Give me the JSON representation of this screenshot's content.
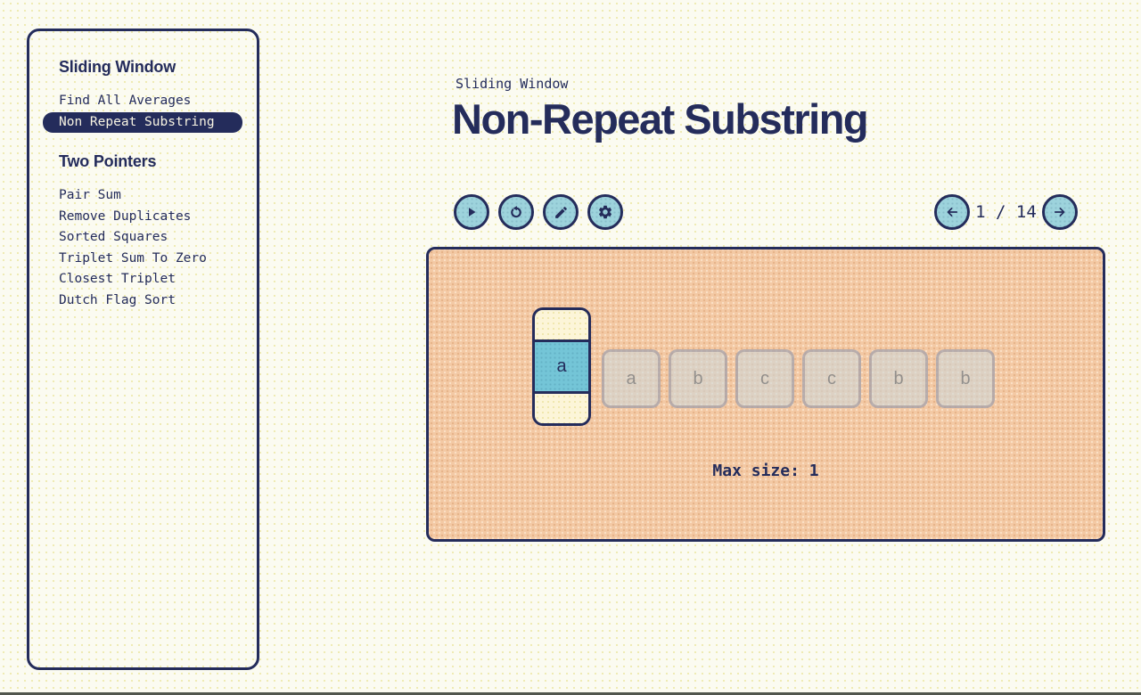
{
  "sidebar": {
    "sections": [
      {
        "title": "Sliding Window",
        "items": [
          {
            "label": "Find All Averages",
            "selected": false
          },
          {
            "label": "Non Repeat Substring",
            "selected": true
          }
        ]
      },
      {
        "title": "Two Pointers",
        "items": [
          {
            "label": "Pair Sum",
            "selected": false
          },
          {
            "label": "Remove Duplicates",
            "selected": false
          },
          {
            "label": "Sorted Squares",
            "selected": false
          },
          {
            "label": "Triplet Sum To Zero",
            "selected": false
          },
          {
            "label": "Closest Triplet",
            "selected": false
          },
          {
            "label": "Dutch Flag Sort",
            "selected": false
          }
        ]
      }
    ]
  },
  "main": {
    "category_label": "Sliding Window",
    "title": "Non-Repeat Substring",
    "controls": [
      {
        "name": "play-button",
        "icon": "play-icon"
      },
      {
        "name": "reset-button",
        "icon": "rotate-ccw-icon"
      },
      {
        "name": "edit-button",
        "icon": "pencil-icon"
      },
      {
        "name": "settings-button",
        "icon": "gear-icon"
      }
    ],
    "pagination": {
      "current": "1",
      "total": "14",
      "label": "1 / 14",
      "prev_icon": "arrow-left-icon",
      "next_icon": "arrow-right-icon"
    },
    "visualization": {
      "window_letter": "a",
      "faded_letters": [
        "a",
        "b",
        "c",
        "c",
        "b",
        "b"
      ],
      "status": "Max size: 1"
    }
  },
  "colors": {
    "navy": "#242c5b",
    "button_blue": "#9dd3dc",
    "window_blue": "#74c5d7",
    "canvas_peach": "#f3c9a4",
    "cream": "#fcf5d8",
    "page_bg": "#fbfbf1",
    "selected_item_bg": "#242c5b",
    "selected_item_text": "#f7f3e2"
  }
}
